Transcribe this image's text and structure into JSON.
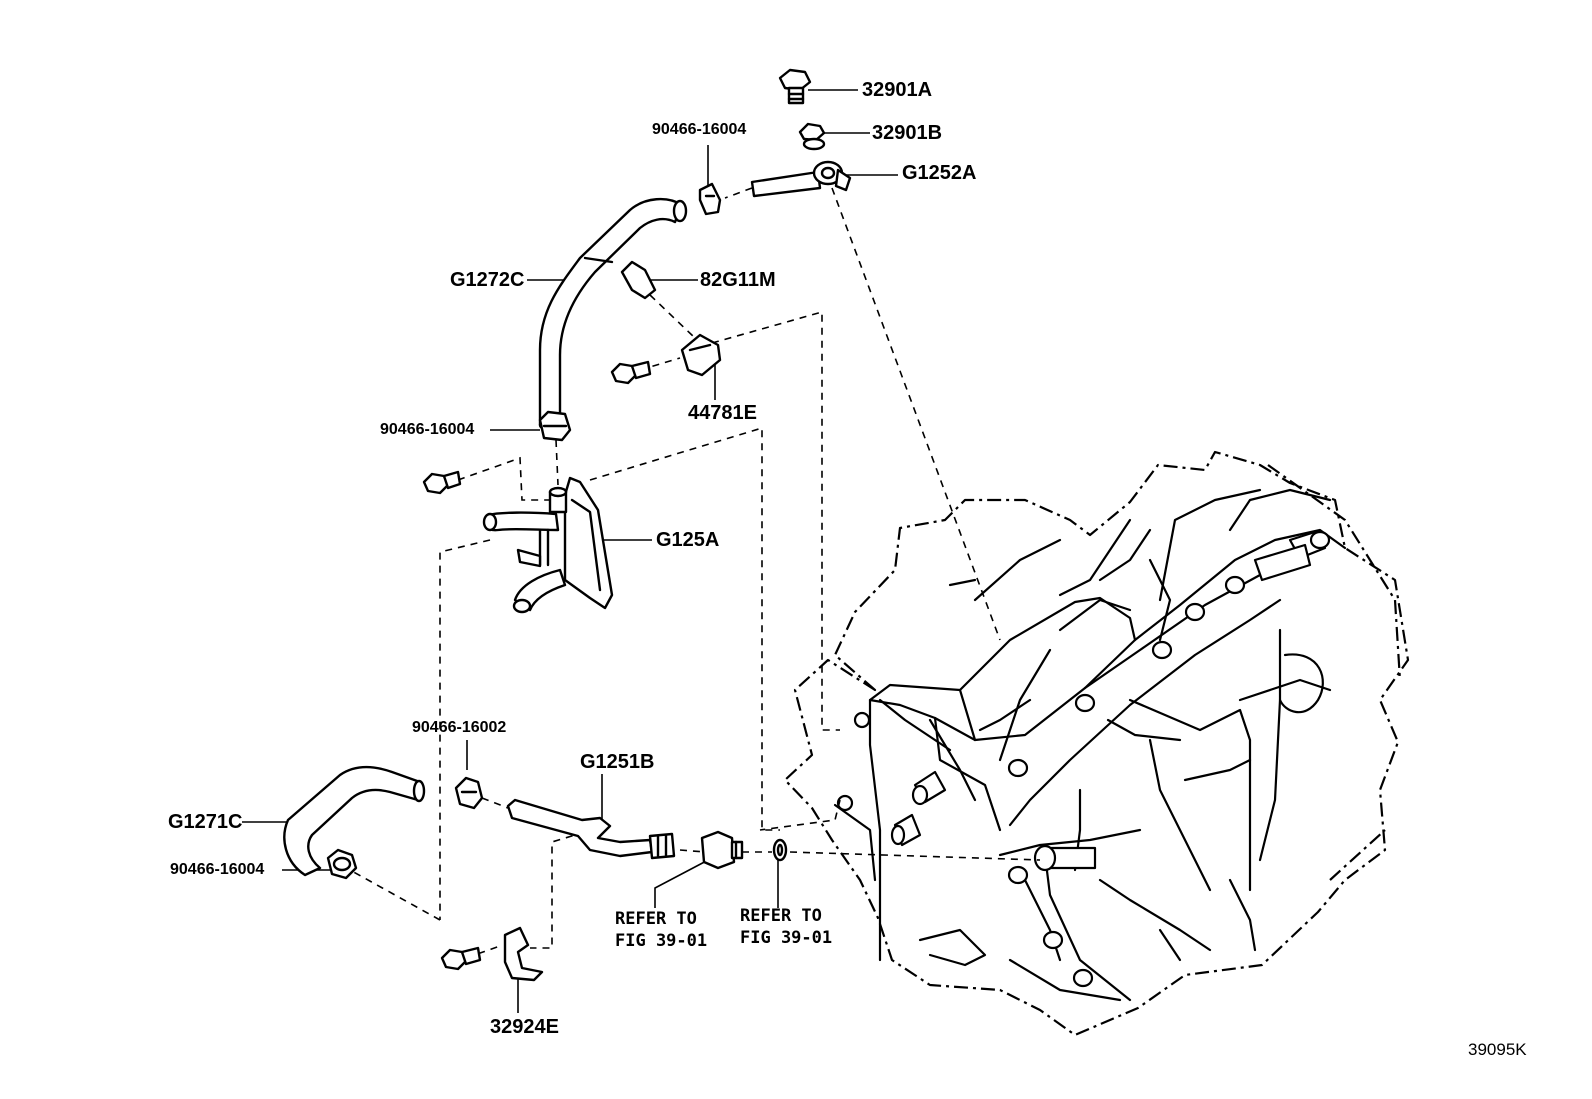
{
  "parts": {
    "p32901A": "32901A",
    "p32901B": "32901B",
    "p90466_16004_top": "90466-16004",
    "pG1252A": "G1252A",
    "pG1272C": "G1272C",
    "p82G11M": "82G11M",
    "p44781E": "44781E",
    "p90466_16004_mid": "90466-16004",
    "pG125A": "G125A",
    "p90466_16002": "90466-16002",
    "pG1251B": "G1251B",
    "pG1271C": "G1271C",
    "p90466_16004_low": "90466-16004",
    "p32924E": "32924E"
  },
  "refs": {
    "ref_left": "REFER TO\nFIG 39-01",
    "ref_right": "REFER TO\nFIG 39-01"
  },
  "diagram_code": "39095K"
}
